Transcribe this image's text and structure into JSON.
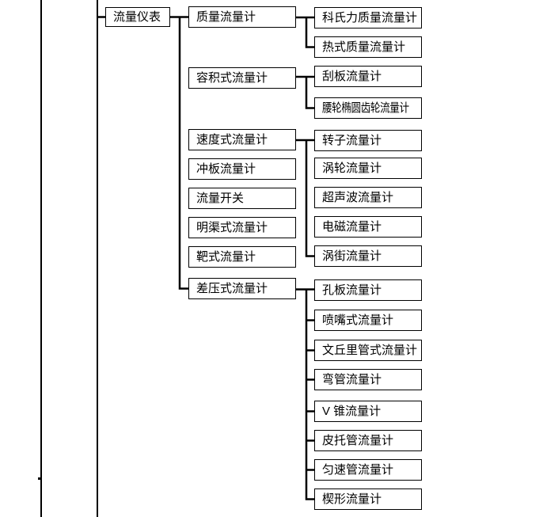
{
  "diagram": {
    "type": "tree",
    "orientation": "left-to-right",
    "colors": {
      "background": "#ffffff",
      "line": "#000000",
      "box_border": "#000000",
      "text": "#000000"
    },
    "tree": {
      "root": {
        "label": "流量仪表"
      },
      "categories": [
        {
          "label": "质量流量计",
          "children": [
            "科氏力质量流量计",
            "热式质量流量计"
          ]
        },
        {
          "label": "容积式流量计",
          "children": [
            "刮板流量计",
            "腰轮椭圆齿轮流量计"
          ]
        },
        {
          "label": "速度式流量计",
          "children": [
            "转子流量计",
            "涡轮流量计",
            "超声波流量计",
            "电磁流量计",
            "涡街流量计"
          ]
        },
        {
          "label": "冲板流量计",
          "children": []
        },
        {
          "label": "流量开关",
          "children": []
        },
        {
          "label": "明渠式流量计",
          "children": []
        },
        {
          "label": "靶式流量计",
          "children": []
        },
        {
          "label": "差压式流量计",
          "children": [
            "孔板流量计",
            "喷嘴式流量计",
            "文丘里管式流量计",
            "弯管流量计",
            "V 锥流量计",
            "皮托管流量计",
            "匀速管流量计",
            "楔形流量计"
          ]
        }
      ]
    }
  }
}
